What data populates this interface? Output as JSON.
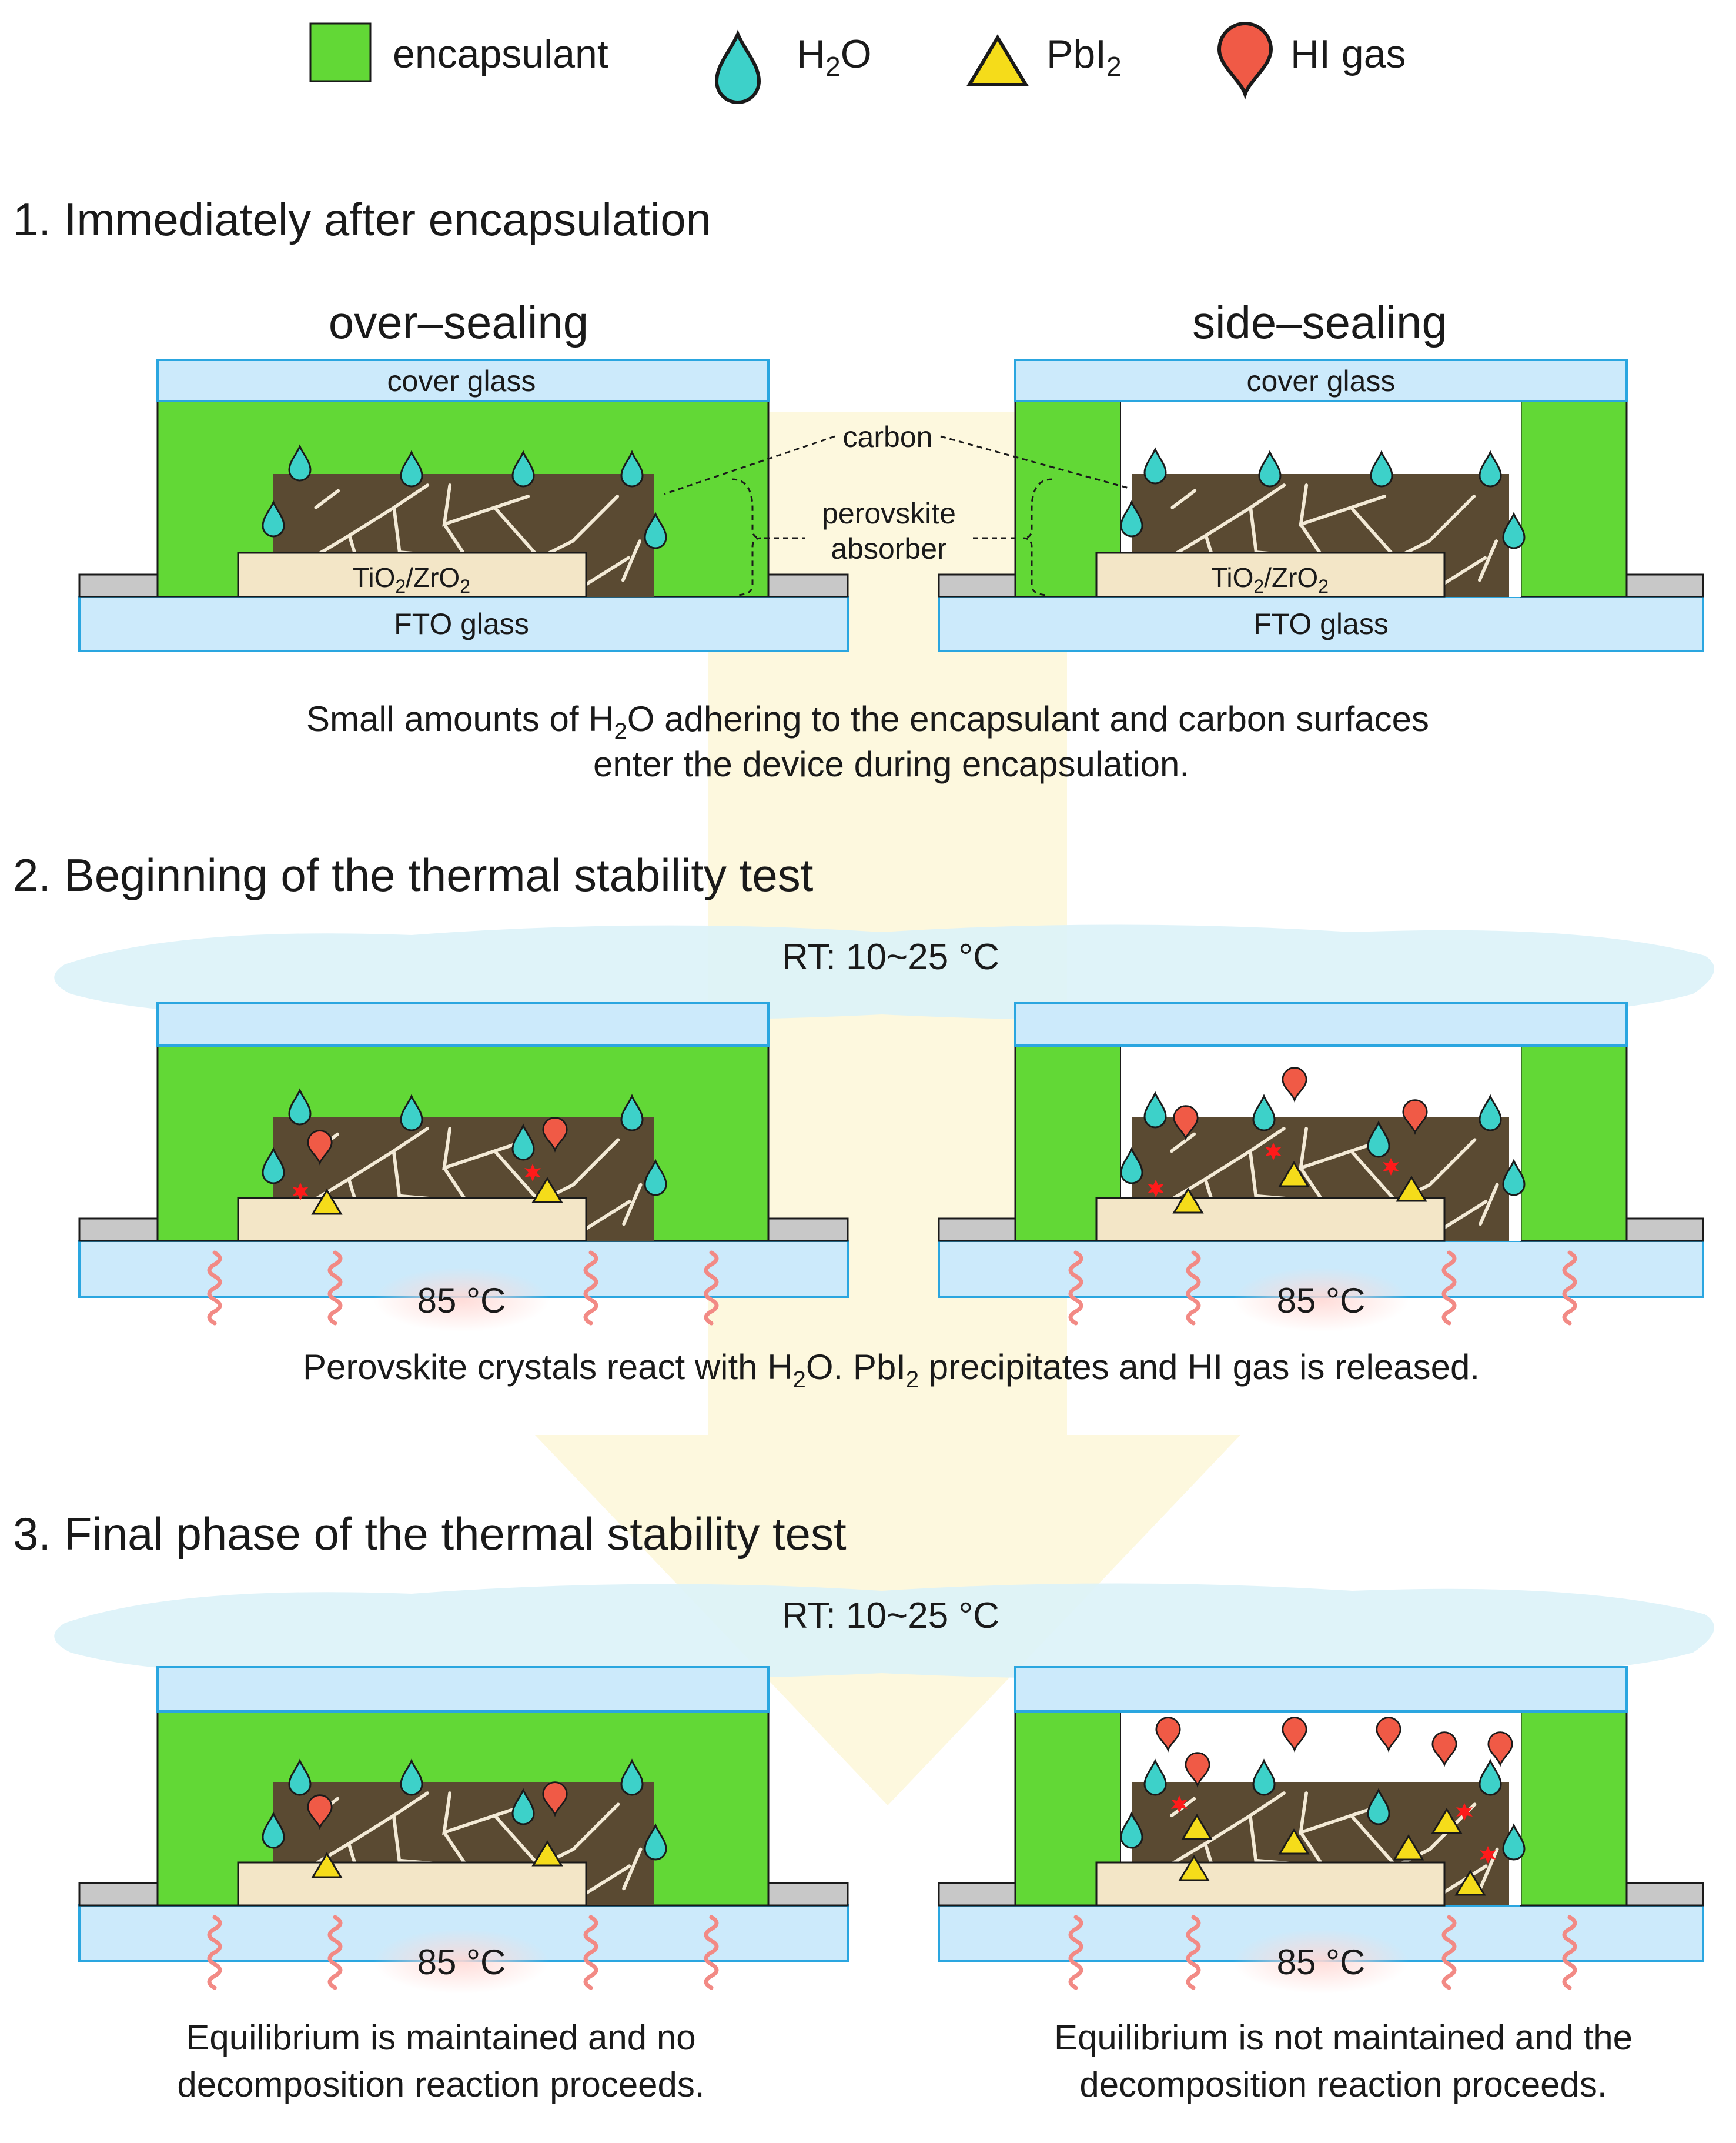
{
  "legend": {
    "encapsulant": "encapsulant",
    "h2o_base": "H",
    "h2o_sub": "2",
    "h2o_tail": "O",
    "pbi2_base": "PbI",
    "pbi2_sub": "2",
    "hi": "HI gas"
  },
  "s1": {
    "heading": "1. Immediately after encapsulation",
    "over_title": "over–sealing",
    "side_title": "side–sealing",
    "cover_glass": "cover glass",
    "fto_glass": "FTO glass",
    "tio2_a": "TiO",
    "tio2_s1": "2",
    "tio2_b": "/ZrO",
    "tio2_s2": "2",
    "carbon": "carbon",
    "perovskite_1": "perovskite",
    "perovskite_2": "absorber",
    "caption_l1_a": "Small amounts of H",
    "caption_l1_sub": "2",
    "caption_l1_b": "O adhering to the encapsulant and carbon surfaces",
    "caption_l2": "enter the device during encapsulation."
  },
  "s2": {
    "heading": "2. Beginning of the thermal stability test",
    "rt": "RT: 10~25 °C",
    "temp_left": "85 °C",
    "temp_right": "85 °C",
    "caption_a": "Perovskite crystals react with H",
    "caption_sub1": "2",
    "caption_b": "O.  PbI",
    "caption_sub2": "2",
    "caption_c": " precipitates and HI gas is released."
  },
  "s3": {
    "heading": "3. Final phase of the thermal stability test",
    "rt": "RT: 10~25 °C",
    "temp_left": "85 °C",
    "temp_right": "85 °C",
    "cap_left_1": "Equilibrium is maintained and no",
    "cap_left_2": "decomposition reaction proceeds.",
    "cap_right_1": "Equilibrium is not maintained and the",
    "cap_right_2": "decomposition reaction proceeds."
  },
  "colors": {
    "encapsulant": "#62d836",
    "glass": "#cceafb",
    "glass_border": "#2aa6e0",
    "perovskite": "#5a4a32",
    "tio2": "#f3e6c7",
    "contact": "#c8c8c8",
    "h2o": "#3dd1c9",
    "pbi2": "#f5dc1a",
    "hi": "#f05a46",
    "heat": "#f28a85",
    "big_arrow": "#fdf8dc",
    "cloud": "#dcf2f8"
  }
}
